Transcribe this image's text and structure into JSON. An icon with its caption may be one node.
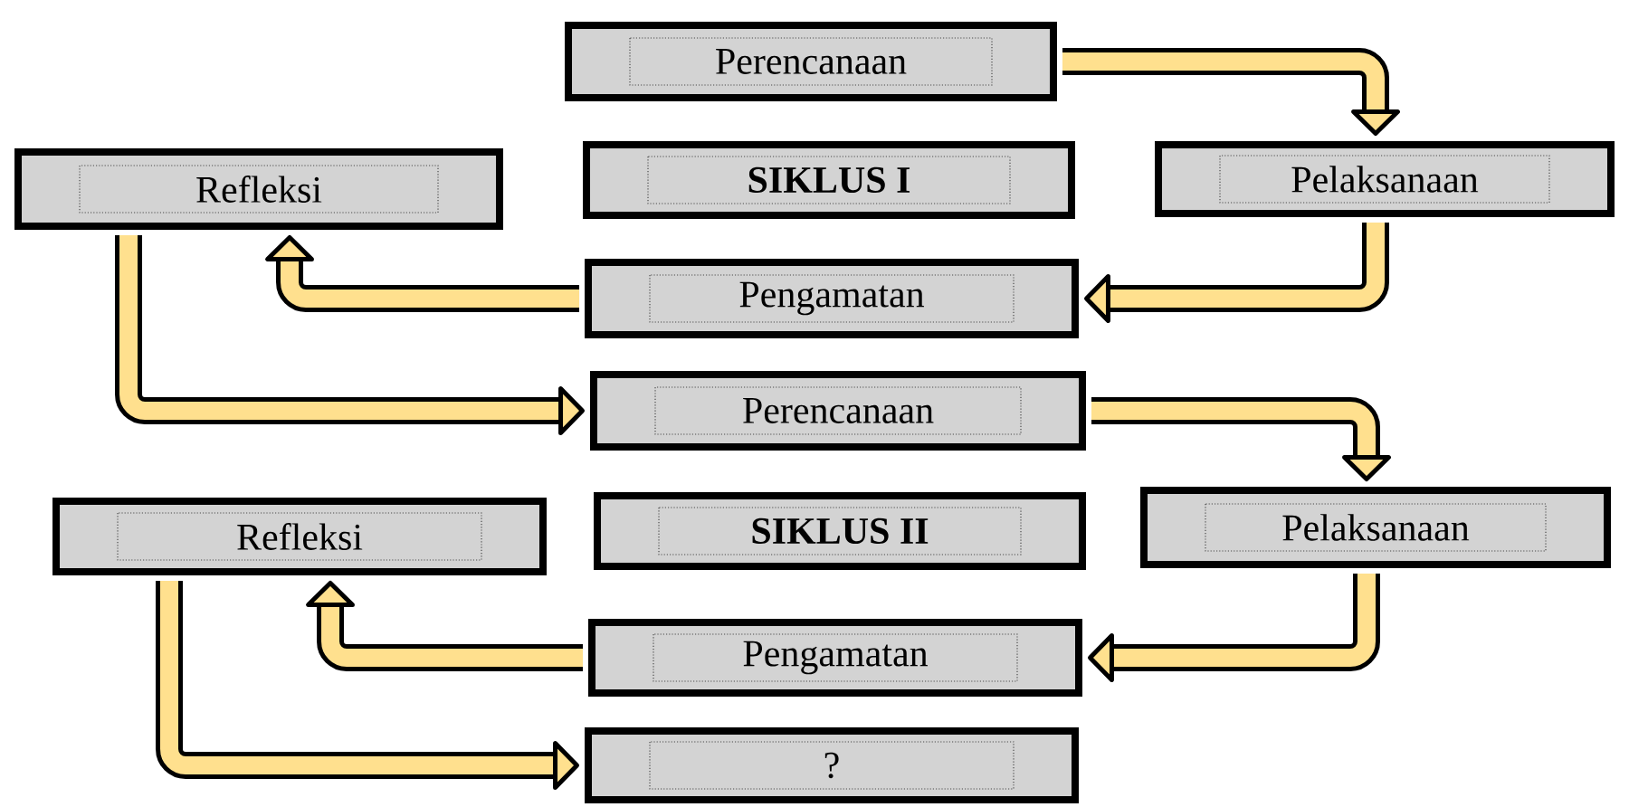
{
  "diagram": {
    "nodes": [
      {
        "text": [
          "Perencanaan"
        ]
      },
      {
        "text": [
          "Refleksi"
        ]
      },
      {
        "text": [
          "SIKLUS I"
        ]
      },
      {
        "text": [
          "Pelaksanaan"
        ]
      },
      {
        "text": [
          "Pengamatan"
        ]
      },
      {
        "text": [
          "Perencanaan"
        ]
      },
      {
        "text": [
          "Refleksi"
        ]
      },
      {
        "text": [
          "SIKLUS II"
        ]
      },
      {
        "text": [
          "Pelaksanaan"
        ]
      },
      {
        "text": [
          "Pengamatan"
        ]
      },
      {
        "text": [
          "?"
        ]
      }
    ],
    "edges": [
      {
        "from": 0,
        "to": 3,
        "arrow": "to"
      },
      {
        "from": 3,
        "to": 4,
        "arrow": "to"
      },
      {
        "from": 4,
        "to": 1,
        "arrow": "to"
      },
      {
        "from": 1,
        "to": 5,
        "arrow": "to"
      },
      {
        "from": 5,
        "to": 8,
        "arrow": "to"
      },
      {
        "from": 8,
        "to": 9,
        "arrow": "to"
      },
      {
        "from": 9,
        "to": 6,
        "arrow": "to"
      },
      {
        "from": 6,
        "to": 10,
        "arrow": "to"
      }
    ]
  }
}
